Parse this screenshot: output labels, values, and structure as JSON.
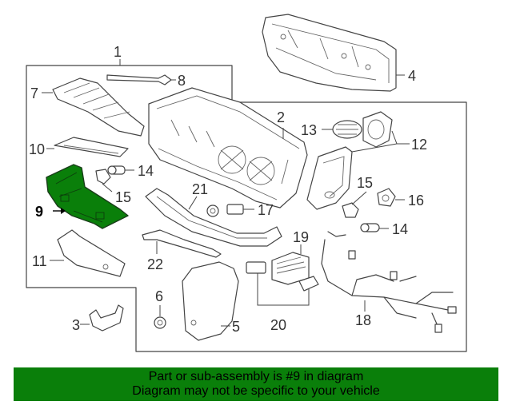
{
  "highlight_color": "#0a7f0a",
  "banner_color": "#0a7f0a",
  "callouts": [
    {
      "id": "c1",
      "text": "1"
    },
    {
      "id": "c2",
      "text": "2"
    },
    {
      "id": "c3",
      "text": "3"
    },
    {
      "id": "c4",
      "text": "4"
    },
    {
      "id": "c5",
      "text": "5"
    },
    {
      "id": "c6",
      "text": "6"
    },
    {
      "id": "c7",
      "text": "7"
    },
    {
      "id": "c8",
      "text": "8"
    },
    {
      "id": "c9",
      "text": "9"
    },
    {
      "id": "c10",
      "text": "10"
    },
    {
      "id": "c11",
      "text": "11"
    },
    {
      "id": "c12",
      "text": "12"
    },
    {
      "id": "c13",
      "text": "13"
    },
    {
      "id": "c14a",
      "text": "14"
    },
    {
      "id": "c14b",
      "text": "14"
    },
    {
      "id": "c15a",
      "text": "15"
    },
    {
      "id": "c15b",
      "text": "15"
    },
    {
      "id": "c16",
      "text": "16"
    },
    {
      "id": "c17",
      "text": "17"
    },
    {
      "id": "c18",
      "text": "18"
    },
    {
      "id": "c19",
      "text": "19"
    },
    {
      "id": "c20",
      "text": "20"
    },
    {
      "id": "c21",
      "text": "21"
    },
    {
      "id": "c22",
      "text": "22"
    }
  ],
  "banner": {
    "line1": "Part or sub-assembly is #9 in diagram",
    "line2": "Diagram may not be specific to your vehicle"
  }
}
